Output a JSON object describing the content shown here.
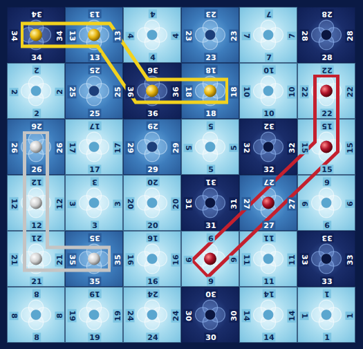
{
  "diagram": {
    "nodes": [
      {
        "text": [
          "34",
          "34",
          "34",
          "34"
        ]
      },
      {
        "text": [
          "13",
          "13",
          "13",
          "13"
        ]
      },
      {
        "text": [
          "4",
          "4",
          "4",
          "4"
        ]
      },
      {
        "text": [
          "23",
          "23",
          "23",
          "23"
        ]
      },
      {
        "text": [
          "7",
          "7",
          "7",
          "7"
        ]
      },
      {
        "text": [
          "28",
          "28",
          "28",
          "28"
        ]
      },
      {
        "text": [
          "2",
          "2",
          "2",
          "2"
        ]
      },
      {
        "text": [
          "25",
          "25",
          "25",
          "25"
        ]
      },
      {
        "text": [
          "36",
          "36",
          "36",
          "36"
        ]
      },
      {
        "text": [
          "18",
          "18",
          "18",
          "18"
        ]
      },
      {
        "text": [
          "10",
          "10",
          "10",
          "10"
        ]
      },
      {
        "text": [
          "22",
          "22",
          "22",
          "22"
        ]
      },
      {
        "text": [
          "26",
          "26",
          "26",
          "26"
        ]
      },
      {
        "text": [
          "17",
          "17",
          "17",
          "17"
        ]
      },
      {
        "text": [
          "29",
          "29",
          "29",
          "29"
        ]
      },
      {
        "text": [
          "5",
          "5",
          "5",
          "5"
        ]
      },
      {
        "text": [
          "32",
          "32",
          "32",
          "32"
        ]
      },
      {
        "text": [
          "15",
          "15",
          "15",
          "15"
        ]
      },
      {
        "text": [
          "12",
          "12",
          "12",
          "12"
        ]
      },
      {
        "text": [
          "3",
          "3",
          "3",
          "3"
        ]
      },
      {
        "text": [
          "20",
          "20",
          "20",
          "20"
        ]
      },
      {
        "text": [
          "31",
          "31",
          "31",
          "31"
        ]
      },
      {
        "text": [
          "27",
          "27",
          "27",
          "27"
        ]
      },
      {
        "text": [
          "6",
          "6",
          "6",
          "6"
        ]
      },
      {
        "text": [
          "21",
          "21",
          "21",
          "21"
        ]
      },
      {
        "text": [
          "35",
          "35",
          "35",
          "35"
        ]
      },
      {
        "text": [
          "16",
          "16",
          "16",
          "16"
        ]
      },
      {
        "text": [
          "9",
          "9",
          "9",
          "9"
        ]
      },
      {
        "text": [
          "11",
          "11",
          "11",
          "11"
        ]
      },
      {
        "text": [
          "33",
          "33",
          "33",
          "33"
        ]
      },
      {
        "text": [
          "8",
          "8",
          "8",
          "8"
        ]
      },
      {
        "text": [
          "19",
          "19",
          "19",
          "19"
        ]
      },
      {
        "text": [
          "24",
          "24",
          "24",
          "24"
        ]
      },
      {
        "text": [
          "30",
          "30",
          "30",
          "30"
        ]
      },
      {
        "text": [
          "14",
          "14",
          "14",
          "14"
        ]
      },
      {
        "text": [
          "1",
          "1",
          "1",
          "1"
        ]
      }
    ]
  }
}
